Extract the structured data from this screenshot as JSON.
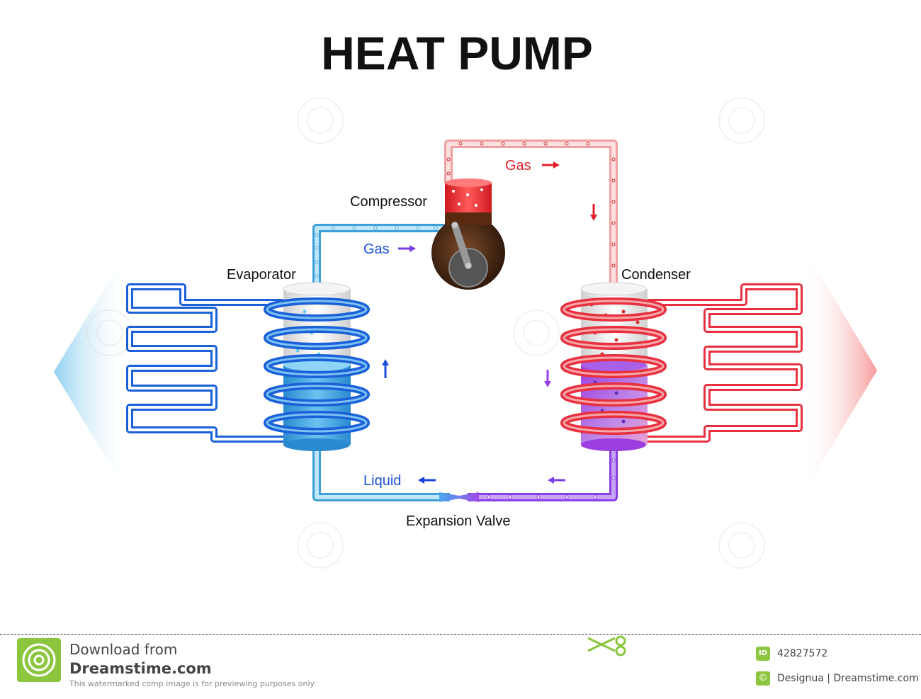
{
  "title": "HEAT PUMP",
  "labels": {
    "compressor": "Compressor",
    "evaporator": "Evaporator",
    "condenser": "Condenser",
    "gas_top": "Gas",
    "gas_left": "Gas",
    "liquid": "Liquid",
    "expansion_valve": "Expansion Valve"
  },
  "footer": {
    "download_line1": "Download from",
    "download_line2": "Dreamstime.com",
    "note": "This watermarked comp image is for previewing purposes only.",
    "id_badge": "ID",
    "id_number": "42827572",
    "copyright_icon": "©",
    "credit": "Designua | Dreamstime.com"
  },
  "icons": [
    "dreamstime-logo-icon",
    "scissors-icon",
    "id-icon",
    "copyright-icon",
    "flow-arrow-icon"
  ],
  "colors": {
    "cold": "#1e6fe0",
    "cold_light": "#b9e2f6",
    "hot": "#e8303a",
    "hot_dark": "#b3141e",
    "hot_light": "#f6b0b0",
    "purple": "#8a3ee6",
    "logo_green": "#8cc63f"
  }
}
